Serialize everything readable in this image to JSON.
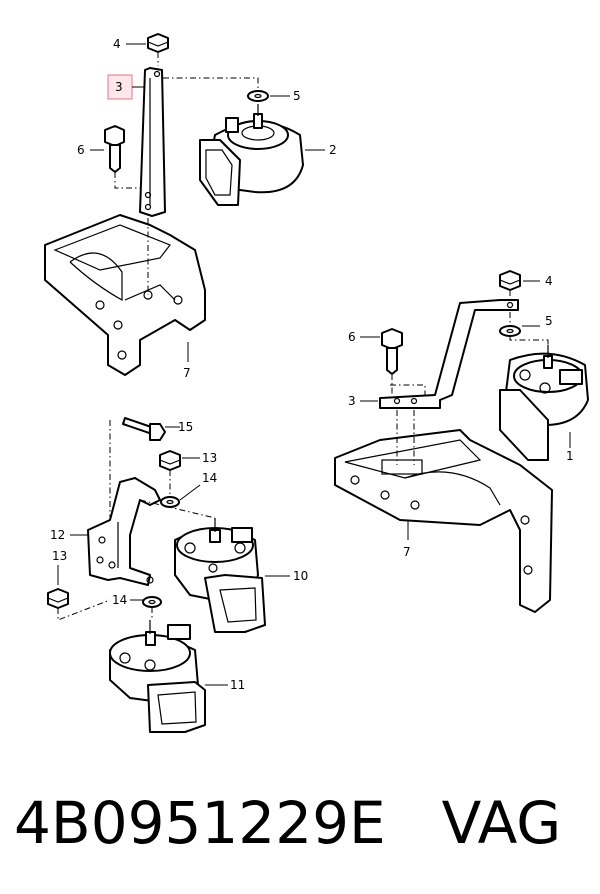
{
  "callouts": {
    "c4_top": "4",
    "c3_top": "3",
    "c5_top": "5",
    "c6_top": "6",
    "c2": "2",
    "c7_top": "7",
    "c4_right": "4",
    "c5_right": "5",
    "c6_right": "6",
    "c3_right": "3",
    "c1": "1",
    "c7_right": "7",
    "c15": "15",
    "c13_top": "13",
    "c14_top": "14",
    "c12": "12",
    "c13_left": "13",
    "c14_left": "14",
    "c10": "10",
    "c11": "11"
  },
  "highlight": {
    "part": "3",
    "color": "#e8748a",
    "fill": "#fde7ec"
  },
  "caption": {
    "part_number": "4B0951229E",
    "brand": "VAG"
  }
}
